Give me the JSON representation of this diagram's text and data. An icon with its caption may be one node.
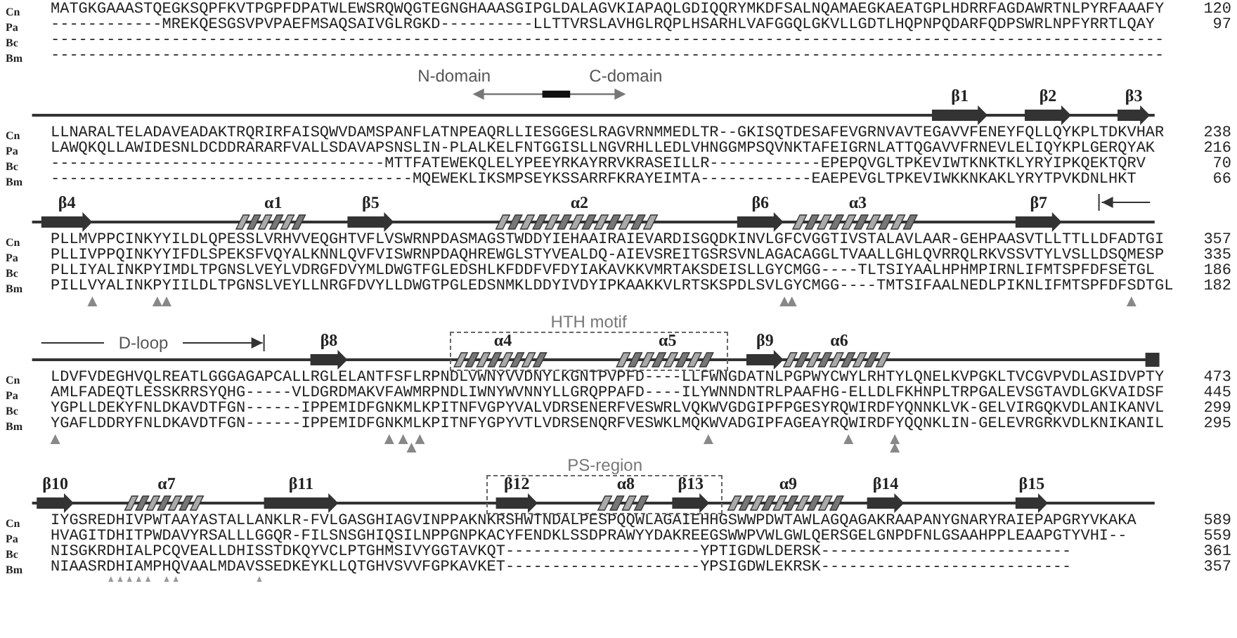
{
  "diagram": {
    "nodes": [
      {
        "text": [
          "HTH motif"
        ]
      },
      {
        "text": [
          "PS-region"
        ]
      }
    ],
    "labels": [
      "Cn",
      "MATGKGAAASTQEGKSQPFKVTPGPFDPATWLEWSRQWQGTEGNGHAAASGIPGLDALAGVKIAPAQLGDIQQRYMKDFSALNQAMAEGKAEATGPLHDRRFAGDAWRTNLPYRFAAAFY",
      "120",
      "Pa",
      "------------MREKQESGSVPVPAEFMSAQSAIVGLRGKD----------LLTTVRSLAVHGLRQPLHSARHLVAFGGQLGKVLLGDTLHQPNPQDARFQDPSWRLNPFYRRTLQAY",
      "97",
      "Bc",
      "------------------------------------------------------------------------------------------------------------------------",
      "Bm",
      "------------------------------------------------------------------------------------------------------------------------",
      "N-domain",
      "C-domain",
      "β1",
      "β2",
      "β3",
      "Cn",
      "LLNARALTELADAVEADAKTRQRIRFAISQWVDAMSPANFLATNPEAQRLLIESGGESLRAGVRNMMEDLTR--GKISQTDESAFEVGRNVAVTEGAVVFENEYFQLLQYKPLTDKVHAR",
      "238",
      "Pa",
      "LAWQKQLLAWIDESNLDCDDRARARFVALLSDAVAPSNSLIN-PLALKELFNTGGISLLNGVRHLLEDLVHNGGMPSQVNKTAFEIGRNLATTQGAVVFRNEVLELIQYKPLGERQYAK",
      "216",
      "Bc",
      "------------------------------------MTTFATEWEKQLELYPEEYRKAYRRVKRASEILLR------------EPEPQVGLTPKEVIWTKNKTKLYRYIPKQEKTQRV",
      "70",
      "Bm",
      "---------------------------------------MQEWEKLIKSMPSEYKSSARRFKRAYEIMTA------------EAEPEVGLTPKEVIWKKNKAKLYRYTPVKDNLHKT",
      "66",
      "β4",
      "α1",
      "β5",
      "α2",
      "β6",
      "α3",
      "β7",
      "Cn",
      "PLLMVPPCINKYYILDLQPESSLVRHVVEQGHTVFLVSWRNPDASMAGSTWDDYIEHAAIRAIEVARDISGQDKINVLGFCVGGTIVSTALAVLAAR-GEHPAASVTLLTTLLDFADTGI",
      "357",
      "Pa",
      "PLLIVPPQINKYYIFDLSPEKSFVQYALKNNLQVFVISWRNPDAQHREWGLSTYVEALDQ-AIEVSREITGSRSVNLAGACAGGLTVAALLGHLQVRRQLRKVSSVTYLVSLLDSQMESP",
      "335",
      "Bc",
      "PLLIYALINKPYIMDLTPGNSLVEYLVDRGFDVYMLDWGTFGLEDSHLKFDDFVFDYIAKAVKKVMRTAKSDEISLLGYCMGG----TLTSIYAALHPHMPIRNLIFMTSPFDFSETGL",
      "186",
      "Bm",
      "PILLVYALINKPYIILDLTPGNSLVEYLLNRGFDVYLLDWGTPGLEDSNMKLDDYIVDYIPKAAKKVLRTSKSPDLSVLGYCMGG----TMTSIFAALNEDLPIKNLIFMTSPFDFSDTGL",
      "182",
      "D-loop",
      "β8",
      "α4",
      "α5",
      "β9",
      "α6",
      "Cn",
      "LDVFVDEGHVQLREATLGGGAGAPCALLRGLELANTFSFLRPNDLVWNYVVDNYLKGNTPVPFD----LLFWNGDATNLPGPWYCWYLRHTYLQNELKVPGKLTVCGVPVDLASIDVPTY",
      "473",
      "Pa",
      "AMLFADEQTLESSKRRSYQHG-----VLDGRDMAKVFAWMRPNDLIWNYWVNNYLLGRQPPAFD----ILYWNNDNTRLPAAFHG-ELLDLFKHNPLTRPGALEVSGTAVDLGKVAIDSF",
      "445",
      "Bc",
      "YGPLLDEKYFNLDKAVDTFGN------IPPEMIDFGNKMLKPITNFVGPYVALVDRSENERFVESWRLVQKWVGDGIPFPGESYRQWIRDFYQNNKLVK-GELVIRGQKVDLANIKANVL",
      "299",
      "Bm",
      "YGAFLDDRYFNLDKAVDTFGN------IPPEMIDFGNKMLKPITNFYGPYVTLVDRSENQRFVESWKLMQKWVADGIPFAGEAYRQWIRDFYQQNKLIN-GELEVRGRKVDLKNIKANIL",
      "295",
      "β10",
      "α7",
      "β11",
      "β12",
      "α8",
      "β13",
      "α9",
      "β14",
      "β15",
      "Cn",
      "IYGSREDHIVPWTAAYASTALLANKLR-FVLGASGHIAGVINPPAKNKRSHWTNDALPESPQQWLAGAIEHHGSWWPDWTAWLAGQAGAKRAAPANYGNARYRAIEPAPGRYVKAKA",
      "589",
      "Pa",
      "HVAGITDHITPWDAVYRSALLLGGQR-FILSNSGHIQSILNPPGNPKACYFENDKLSSDPRAWYYDAKREEGSWWPVWLGWLQERSGELGNPDFNLGSAAHPPLEAAPGTYVHI--",
      "559",
      "Bc",
      "NISGKRDHIALPCQVEALLDHISSTDKQYVCLPTGHMSIVYGGTAVKQT---------------------YPTIGDWLDERSK---------------------------",
      "361",
      "Bm",
      "NIAASRDHIAMPHQVAALMDAVSSEDKEYKLLQTGHVSVVFGPKAVKET---------------------YPSIGDWLEKRSK---------------------------",
      "357"
    ]
  }
}
